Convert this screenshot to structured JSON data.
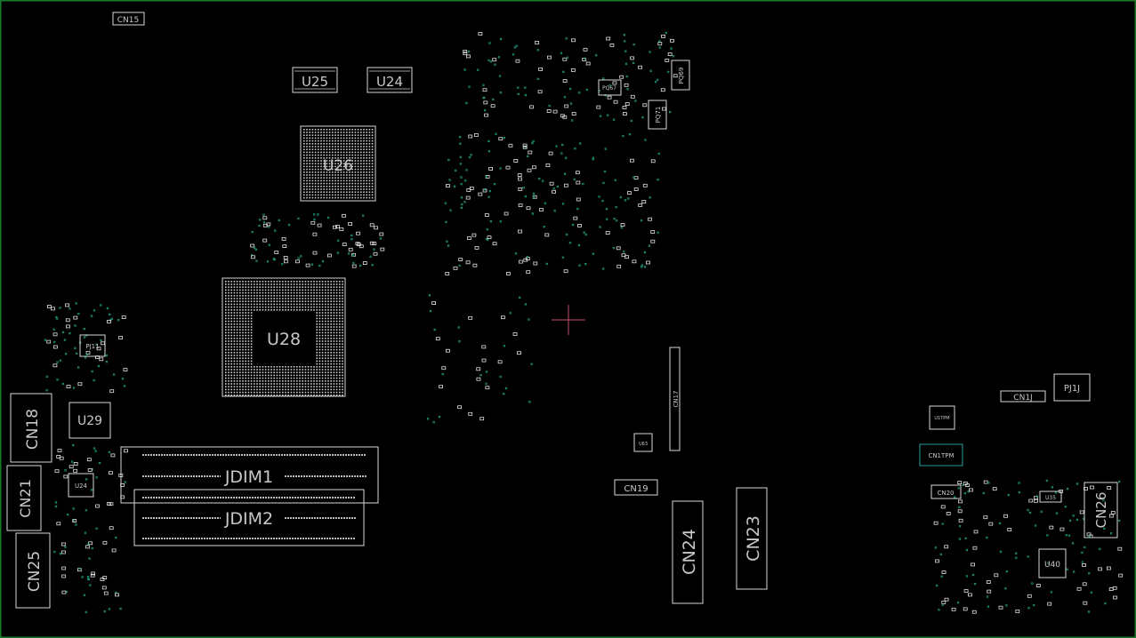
{
  "board": {
    "border_color": "#1a7a2a",
    "silk_color": "#d8d8d8",
    "via_color": "#1f8f78",
    "marker_color": "#c0506a"
  },
  "labels": {
    "cn15": "CN15",
    "u25": "U25",
    "u24_top": "U24",
    "u26": "U26",
    "u28": "U28",
    "pj11": "PJ11",
    "u29": "U29",
    "cn18": "CN18",
    "cn21": "CN21",
    "u24_left": "U24",
    "cn25": "CN25",
    "jdim1": "JDIM1",
    "jdim2": "JDIM2",
    "cn17": "CN17",
    "cn19": "CN19",
    "u63": "U63",
    "cn24": "CN24",
    "cn23": "CN23",
    "pq69": "PQ69",
    "pq71": "PQ71",
    "pq67": "PQ67",
    "cn1j": "CN1J",
    "pj1j": "PJ1J",
    "cn1tpm": "CN1TPM",
    "u1tpm": "U1TPM",
    "cn20": "CN20",
    "u35": "U35",
    "cn26": "CN26",
    "u40": "U40"
  }
}
